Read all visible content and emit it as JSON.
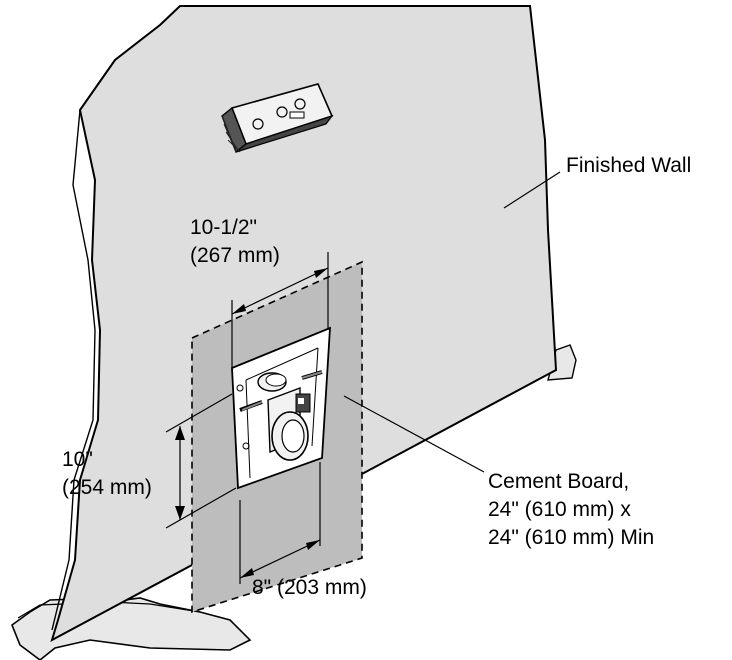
{
  "labels": {
    "finished_wall": "Finished Wall",
    "width_top_in": "10-1/2\"",
    "width_top_mm": "(267 mm)",
    "height_in": "10\"",
    "height_mm": "(254 mm)",
    "width_bottom": "8\" (203 mm)",
    "cement_line1": "Cement Board,",
    "cement_line2": "24\" (610 mm) x",
    "cement_line3": "24\" (610 mm) Min"
  },
  "colors": {
    "wall": "#dedede",
    "cement_board": "#bdbdbd",
    "line": "#000000",
    "fixture": "#f2f2f2"
  }
}
